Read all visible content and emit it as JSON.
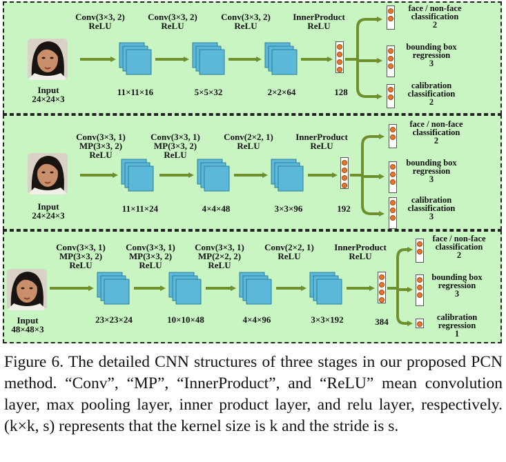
{
  "stages": [
    {
      "input_label": "Input",
      "input_size": "24×24×3",
      "layers": [
        {
          "label": [
            "Conv(3×3, 2)",
            "ReLU"
          ],
          "dim": "11×11×16"
        },
        {
          "label": [
            "Conv(3×3, 2)",
            "ReLU"
          ],
          "dim": "5×5×32"
        },
        {
          "label": [
            "Conv(3×3, 2)",
            "ReLU"
          ],
          "dim": "2×2×64"
        }
      ],
      "fc": {
        "label": [
          "InnerProduct",
          "ReLU"
        ],
        "dim": "128"
      },
      "outputs": [
        {
          "lines": [
            "face / non-face",
            "classification",
            "2"
          ]
        },
        {
          "lines": [
            "bounding box",
            "regression",
            "3"
          ]
        },
        {
          "lines": [
            "calibration",
            "classification",
            "2"
          ]
        }
      ]
    },
    {
      "input_label": "Input",
      "input_size": "24×24×3",
      "layers": [
        {
          "label": [
            "Conv(3×3, 1)",
            "MP(3×3, 2)",
            "ReLU"
          ],
          "dim": "11×11×24"
        },
        {
          "label": [
            "Conv(3×3, 1)",
            "MP(3×3, 2)",
            "ReLU"
          ],
          "dim": "4×4×48"
        },
        {
          "label": [
            "Conv(2×2, 1)",
            "ReLU"
          ],
          "dim": "3×3×96"
        }
      ],
      "fc": {
        "label": [
          "InnerProduct",
          "ReLU"
        ],
        "dim": "192"
      },
      "outputs": [
        {
          "lines": [
            "face / non-face",
            "classification",
            "2"
          ]
        },
        {
          "lines": [
            "bounding box",
            "regression",
            "3"
          ]
        },
        {
          "lines": [
            "calibration",
            "classification",
            "3"
          ]
        }
      ]
    },
    {
      "input_label": "Input",
      "input_size": "48×48×3",
      "layers": [
        {
          "label": [
            "Conv(3×3, 1)",
            "MP(3×3, 2)",
            "ReLU"
          ],
          "dim": "23×23×24"
        },
        {
          "label": [
            "Conv(3×3, 1)",
            "MP(3×3, 2)",
            "ReLU"
          ],
          "dim": "10×10×48"
        },
        {
          "label": [
            "Conv(3×3, 1)",
            "MP(2×2, 2)",
            "ReLU"
          ],
          "dim": "4×4×96"
        },
        {
          "label": [
            "Conv(2×2, 1)",
            "ReLU"
          ],
          "dim": "3×3×192"
        }
      ],
      "fc": {
        "label": [
          "InnerProduct",
          "ReLU"
        ],
        "dim": "384"
      },
      "outputs": [
        {
          "lines": [
            "face / non-face",
            "classification",
            "2"
          ]
        },
        {
          "lines": [
            "bounding box",
            "regression",
            "3"
          ]
        },
        {
          "lines": [
            "calibration",
            "regression",
            "1"
          ]
        }
      ]
    }
  ],
  "caption": "Figure 6. The detailed CNN structures of three stages in our proposed PCN method. “Conv”, “MP”, “InnerProduct”, and “ReLU” mean convolution layer, max pooling layer, inner product layer, and relu layer, respectively. (k×k, s) represents that the kernel size is k and the stride is s.",
  "colors": {
    "stage_bg": "#c9f5c3",
    "arrow": "#6f8f2e",
    "block_front": "#5bb8d8",
    "neuron": "#e8762a"
  }
}
